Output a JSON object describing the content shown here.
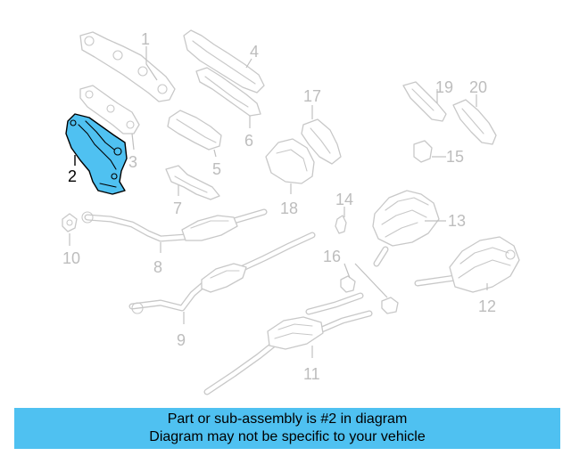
{
  "diagram": {
    "highlight_color": "#4fc1f1",
    "highlighted_part": "2",
    "callouts": {
      "c1": "1",
      "c2": "2",
      "c3": "3",
      "c4": "4",
      "c5": "5",
      "c6": "6",
      "c7": "7",
      "c8": "8",
      "c9": "9",
      "c10": "10",
      "c11": "11",
      "c12": "12",
      "c13": "13",
      "c14": "14",
      "c15": "15",
      "c16": "16",
      "c17": "17",
      "c18": "18",
      "c19": "19",
      "c20": "20"
    }
  },
  "banner": {
    "line1": "Part or sub-assembly is #2 in diagram",
    "line2": "Diagram may not be specific to your vehicle",
    "color": "#4fc1f1"
  }
}
